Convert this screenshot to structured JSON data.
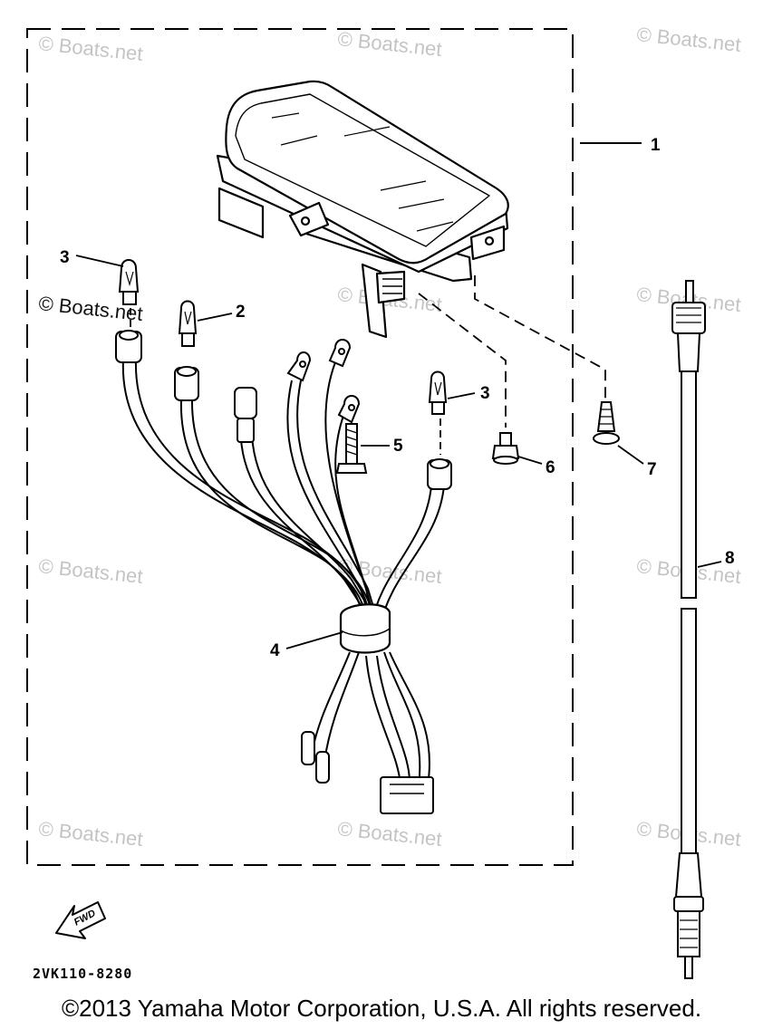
{
  "callouts": {
    "c1": "1",
    "c2": "2",
    "c3a": "3",
    "c3b": "3",
    "c4": "4",
    "c5": "5",
    "c6": "6",
    "c7": "7",
    "c8": "8"
  },
  "watermarks": {
    "w1": "© Boats.net",
    "w2": "© Boats.net",
    "w3": "© Boats.net",
    "w4": "© Boats.net",
    "w5": "© Boats.net",
    "w6": "© Boats.net",
    "w7": "© Boats.net",
    "w8": "© Boats.net",
    "w9": "© Boats.net",
    "w10": "© Boats.net",
    "w11": "© Boats.net",
    "w12": "© Boats.net"
  },
  "fwd_label": "FWD",
  "diagram_code": "2VK110-8280",
  "copyright": "©2013 Yamaha Motor Corporation, U.S.A. All rights reserved."
}
